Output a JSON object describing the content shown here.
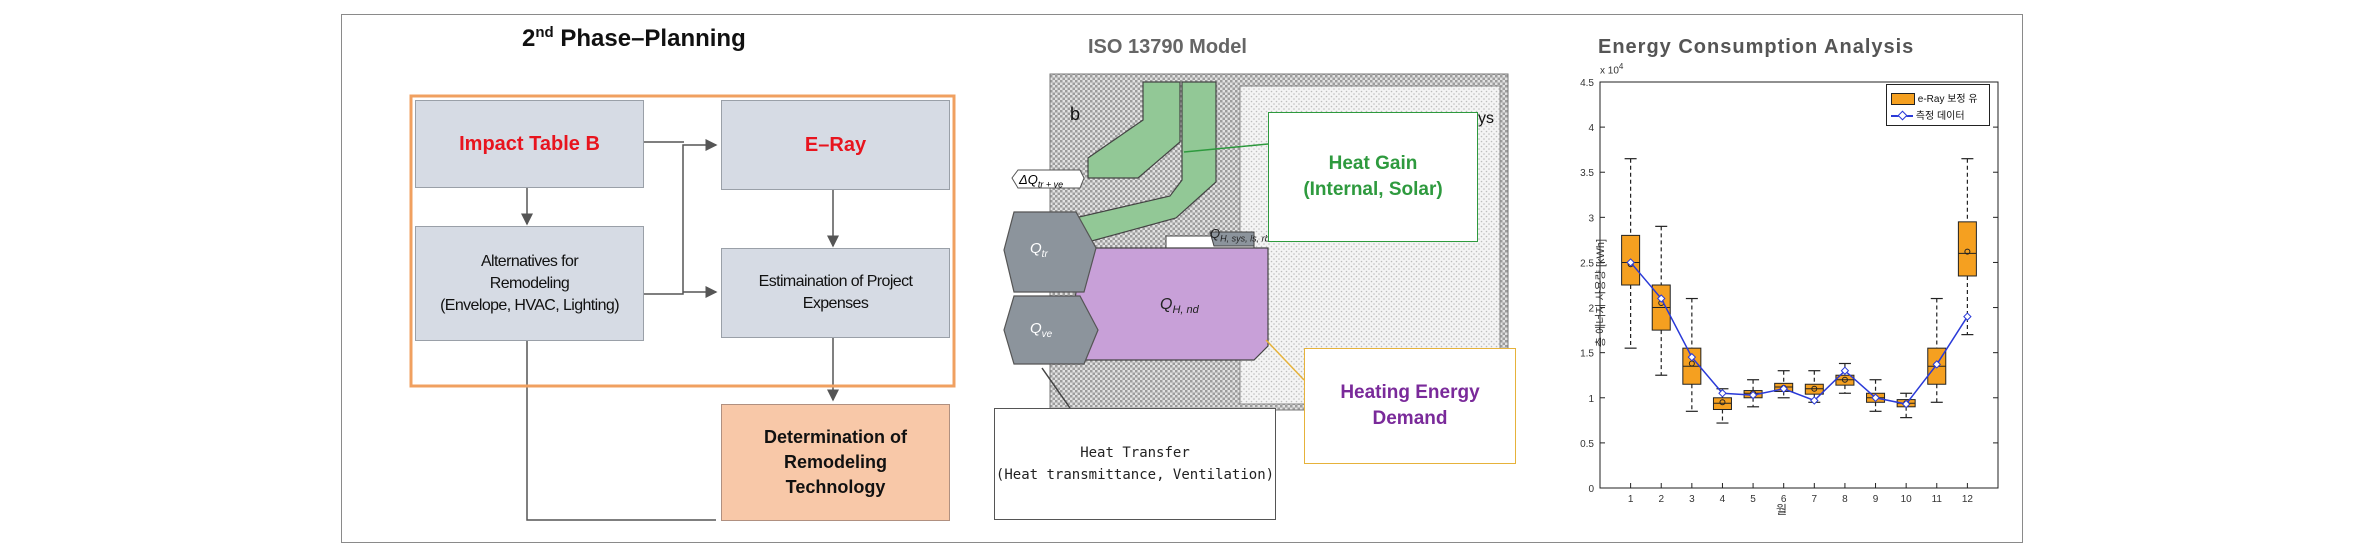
{
  "flow": {
    "title_prefix": "2",
    "title_sup": "nd",
    "title_rest": " Phase–Planning",
    "impact_table": "Impact Table B",
    "eray": "E–Ray",
    "alternatives": [
      "Alternatives for",
      "Remodeling",
      "(Envelope, HVAC, Lighting)"
    ],
    "estimation": [
      "Estimaination of Project",
      "Expenses"
    ],
    "determination": [
      "Determination of",
      "Remodeling",
      "Technology"
    ]
  },
  "iso": {
    "title": "ISO 13790 Model",
    "label_b": "b",
    "label_sys": "sys",
    "q_trve": "ΔQ",
    "q_trve_sub": "tr + ve",
    "q_tr": "Q",
    "q_tr_sub": "tr",
    "q_ve": "Q",
    "q_ve_sub": "ve",
    "q_hnd": "Q",
    "q_hnd_sub": "H, nd",
    "q_hsys": "Q",
    "q_hsys_sub": "H, sys, ls, rbl",
    "heat_gain": [
      "Heat Gain",
      "(Internal, Solar)"
    ],
    "heating_demand": [
      "Heating Energy",
      "Demand"
    ],
    "heat_transfer": [
      "Heat Transfer",
      "(Heat transmittance, Ventilation)"
    ]
  },
  "colors": {
    "flow_border": "#f0a060",
    "box_fill": "#d6dbe4",
    "determination_fill": "#f8c8a8",
    "red_text": "#e8141e",
    "green": "#92c896",
    "green_dark": "#2e9a3e",
    "purple": "#c8a0d8",
    "purple_text": "#7a2a9a",
    "gold": "#e6b23a",
    "gray_shape": "#8c949c",
    "box_orange": "#f5a020",
    "line_blue": "#2a3ad8",
    "title_gray": "#666666"
  },
  "chart_data": {
    "type": "box",
    "title": "Energy Consumption Analysis",
    "xlabel": "월",
    "ylabel": "총 에너지 사용량 [kWh]",
    "y_multiplier": "x 10",
    "y_multiplier_exp": "4",
    "categories": [
      "1",
      "2",
      "3",
      "4",
      "5",
      "6",
      "7",
      "8",
      "9",
      "10",
      "11",
      "12"
    ],
    "ylim": [
      0,
      4.5
    ],
    "yticks": [
      "0",
      "0.5",
      "1",
      "1.5",
      "2",
      "2.5",
      "3",
      "3.5",
      "4",
      "4.5"
    ],
    "boxes": [
      {
        "min": 1.55,
        "q1": 2.25,
        "median": 2.5,
        "q3": 2.8,
        "max": 3.65,
        "mean": 2.48
      },
      {
        "min": 1.25,
        "q1": 1.75,
        "median": 2.0,
        "q3": 2.25,
        "max": 2.9,
        "mean": 2.05
      },
      {
        "min": 0.85,
        "q1": 1.15,
        "median": 1.35,
        "q3": 1.55,
        "max": 2.1,
        "mean": 1.38
      },
      {
        "min": 0.72,
        "q1": 0.87,
        "median": 0.94,
        "q3": 1.0,
        "max": 1.1,
        "mean": 0.95
      },
      {
        "min": 0.9,
        "q1": 1.0,
        "median": 1.05,
        "q3": 1.08,
        "max": 1.2,
        "mean": 1.05
      },
      {
        "min": 1.0,
        "q1": 1.07,
        "median": 1.12,
        "q3": 1.16,
        "max": 1.3,
        "mean": 1.11
      },
      {
        "min": 0.95,
        "q1": 1.04,
        "median": 1.1,
        "q3": 1.15,
        "max": 1.3,
        "mean": 1.1
      },
      {
        "min": 1.05,
        "q1": 1.14,
        "median": 1.2,
        "q3": 1.25,
        "max": 1.38,
        "mean": 1.2
      },
      {
        "min": 0.85,
        "q1": 0.95,
        "median": 1.0,
        "q3": 1.05,
        "max": 1.2,
        "mean": 1.0
      },
      {
        "min": 0.78,
        "q1": 0.9,
        "median": 0.94,
        "q3": 0.98,
        "max": 1.05,
        "mean": 0.94
      },
      {
        "min": 0.95,
        "q1": 1.15,
        "median": 1.35,
        "q3": 1.55,
        "max": 2.1,
        "mean": 1.37
      },
      {
        "min": 1.7,
        "q1": 2.35,
        "median": 2.6,
        "q3": 2.95,
        "max": 3.65,
        "mean": 2.62
      }
    ],
    "line": {
      "name": "측정 데이터",
      "values": [
        2.5,
        2.1,
        1.45,
        1.05,
        1.03,
        1.1,
        0.97,
        1.3,
        1.0,
        0.93,
        1.37,
        1.9
      ]
    },
    "legend": [
      "e-Ray 보정 유",
      "측정 데이터"
    ],
    "legend_position": "top-right",
    "grid": false
  }
}
